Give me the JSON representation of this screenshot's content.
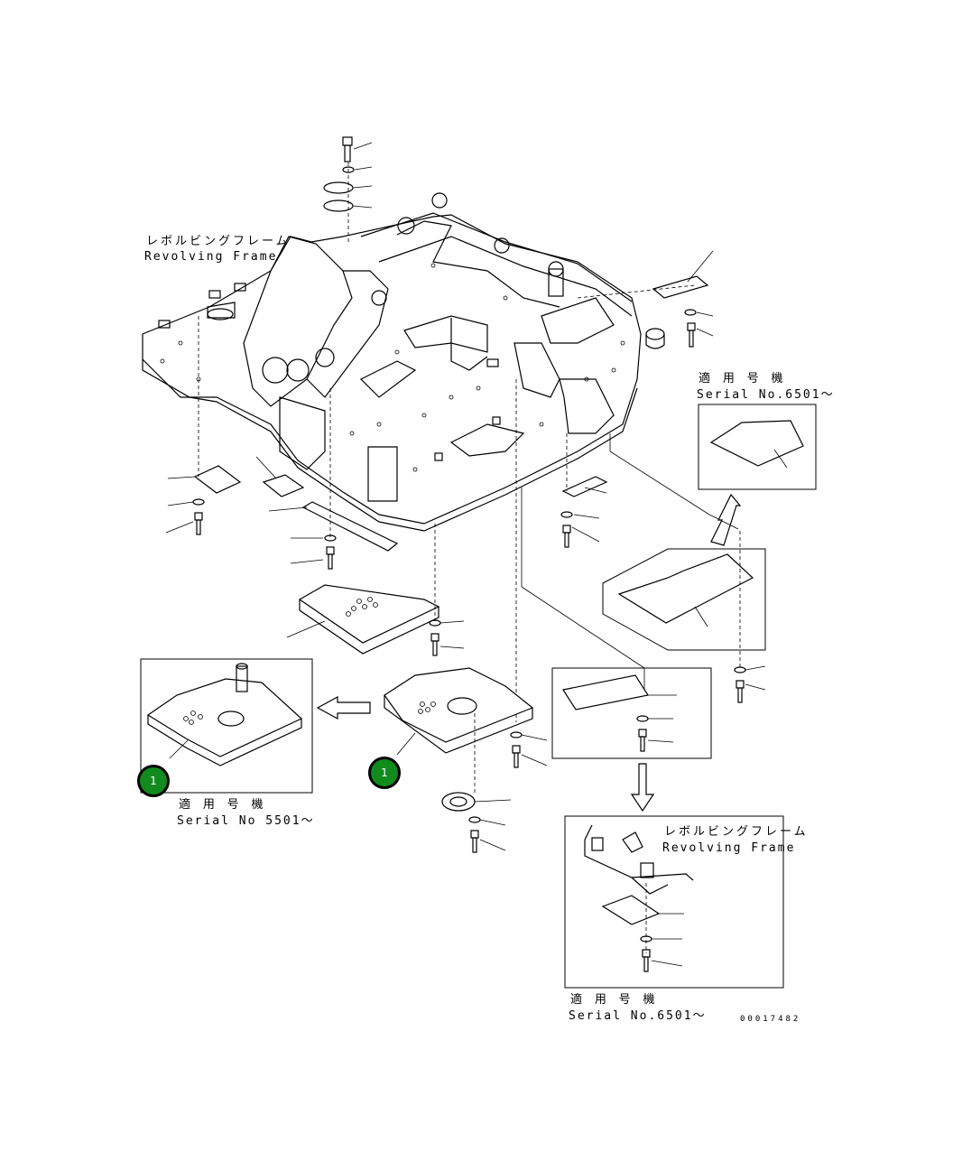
{
  "labels": {
    "frame_jp_main": "レボルビングフレーム",
    "frame_en_main": "Revolving Frame",
    "serial_jp_right": "適 用 号 機",
    "serial_en_right": "Serial No.6501～",
    "serial_jp_left": "適 用 号 機",
    "serial_en_left": "Serial No 5501～",
    "frame_jp_inset": "レボルビングフレーム",
    "frame_en_inset": "Revolving Frame",
    "serial_jp_bottom": "適 用 号 機",
    "serial_en_bottom": "Serial No.6501～",
    "drawing_number": "00017482"
  },
  "callouts": [
    {
      "id": "callout-left",
      "label": "1"
    },
    {
      "id": "callout-center",
      "label": "1"
    }
  ]
}
